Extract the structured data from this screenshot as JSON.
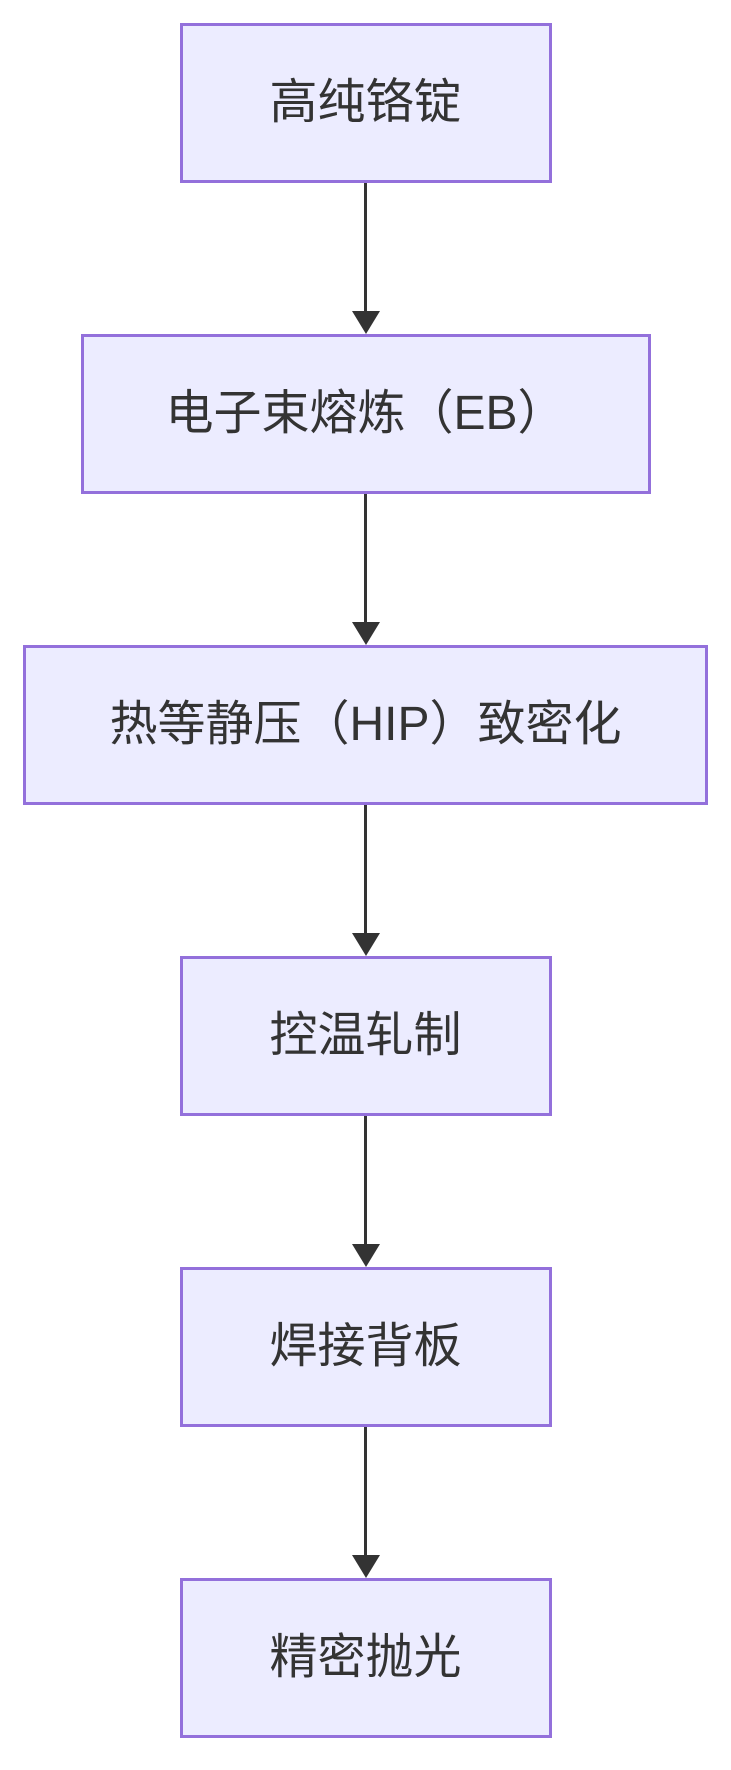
{
  "diagram": {
    "type": "flowchart",
    "direction": "top-down",
    "nodes": [
      {
        "id": "n1",
        "label": "高纯铬锭"
      },
      {
        "id": "n2",
        "label": "电子束熔炼（EB）"
      },
      {
        "id": "n3",
        "label": "热等静压（HIP）致密化"
      },
      {
        "id": "n4",
        "label": "控温轧制"
      },
      {
        "id": "n5",
        "label": "焊接背板"
      },
      {
        "id": "n6",
        "label": "精密抛光"
      }
    ],
    "edges": [
      {
        "from": "n1",
        "to": "n2"
      },
      {
        "from": "n2",
        "to": "n3"
      },
      {
        "from": "n3",
        "to": "n4"
      },
      {
        "from": "n4",
        "to": "n5"
      },
      {
        "from": "n5",
        "to": "n6"
      }
    ],
    "colors": {
      "node_fill": "#ECECFF",
      "node_border": "#9370DB",
      "node_text": "#333333",
      "arrow": "#333333",
      "background": "#FFFFFF"
    }
  }
}
